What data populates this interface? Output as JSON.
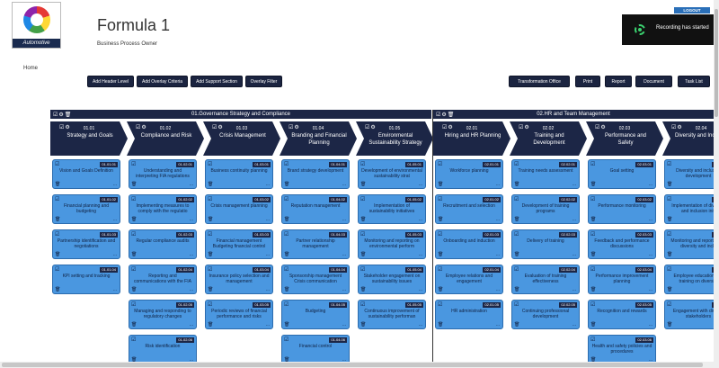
{
  "logo": {
    "band_text": "Automotive"
  },
  "header": {
    "title": "Formula 1",
    "subtitle": "Business Process Owner",
    "logout_label": "LOGOUT",
    "home_label": "Home"
  },
  "recording": {
    "text": "Recording has started"
  },
  "toolbar": {
    "left": [
      "Add Header Level",
      "Add Overlay Criteria",
      "Add Support Section",
      "Overlay Filter"
    ],
    "right": [
      "Transformation Office",
      "Print",
      "Report",
      "Document",
      "Task List"
    ]
  },
  "icons": {
    "edit": "edit-icon",
    "settings": "settings-icon",
    "trash": "trash-icon",
    "more": "more-icon"
  },
  "glyphs": {
    "group_icons": "☑⚙🗑",
    "chevron_icons": "☑⚙",
    "edit": "☑",
    "trash": "🗑",
    "more": "..."
  },
  "groups": [
    {
      "title": "01.Governance Strategy and Compliance"
    },
    {
      "title": "02.HR and Team Management"
    }
  ],
  "chevrons": [
    {
      "num": "01.01",
      "title": "Strategy and Goals"
    },
    {
      "num": "01.02",
      "title": "Compliance and Risk"
    },
    {
      "num": "01.03",
      "title": "Crisis Management"
    },
    {
      "num": "01.04",
      "title": "Branding and Financial Planning"
    },
    {
      "num": "01.05",
      "title": "Environmental Sustainability Strategy"
    },
    {
      "num": "02.01",
      "title": "Hiring and HR Planning"
    },
    {
      "num": "02.02",
      "title": "Training and Development"
    },
    {
      "num": "02.03",
      "title": "Performance and Safety"
    },
    {
      "num": "02.04",
      "title": "Diversity and Inclusion"
    }
  ],
  "columns": [
    [
      {
        "id": "01.01.01",
        "text": "Vision and Goals Definition"
      },
      {
        "id": "01.01.02",
        "text": "Financial planning and budgeting"
      },
      {
        "id": "01.01.03",
        "text": "Partnership identification and negotiations"
      },
      {
        "id": "01.01.04",
        "text": "KPI setting and tracking"
      }
    ],
    [
      {
        "id": "01.02.01",
        "text": "Understanding and interpreting FIA regulations"
      },
      {
        "id": "01.02.02",
        "text": "Implementing measures to comply with the regulatio"
      },
      {
        "id": "01.02.03",
        "text": "Regular compliance audits"
      },
      {
        "id": "01.02.04",
        "text": "Reporting and communications with the FIA"
      },
      {
        "id": "01.02.05",
        "text": "Managing and responding to regulatory changes"
      },
      {
        "id": "01.02.06",
        "text": "Risk identification"
      }
    ],
    [
      {
        "id": "01.03.01",
        "text": "Business continuity planning"
      },
      {
        "id": "01.03.02",
        "text": "Crisis management planning"
      },
      {
        "id": "01.03.03",
        "text": "Financial management Budgeting financial control"
      },
      {
        "id": "01.03.04",
        "text": "Insurance policy selection and management"
      },
      {
        "id": "01.03.05",
        "text": "Periodic reviews of financial performance and risks"
      }
    ],
    [
      {
        "id": "01.04.01",
        "text": "Brand strategy development"
      },
      {
        "id": "01.04.02",
        "text": "Reputation management"
      },
      {
        "id": "01.04.03",
        "text": "Partner relationship management"
      },
      {
        "id": "01.04.04",
        "text": "Sponsorship management Crisis communication"
      },
      {
        "id": "01.04.05",
        "text": "Budgeting"
      },
      {
        "id": "01.04.06",
        "text": "Financial control"
      }
    ],
    [
      {
        "id": "01.05.01",
        "text": "Development of environmental sustainability strat"
      },
      {
        "id": "01.05.02",
        "text": "Implementation of sustainability initiatives"
      },
      {
        "id": "01.05.03",
        "text": "Monitoring and reporting on environmental perform"
      },
      {
        "id": "01.05.04",
        "text": "Stakeholder engagement on sustainability issues"
      },
      {
        "id": "01.05.05",
        "text": "Continuous improvement of sustainability performan"
      }
    ],
    [
      {
        "id": "02.01.01",
        "text": "Workforce planning"
      },
      {
        "id": "02.01.02",
        "text": "Recruitment and selection"
      },
      {
        "id": "02.01.03",
        "text": "Onboarding and induction"
      },
      {
        "id": "02.01.04",
        "text": "Employee relations and engagement"
      },
      {
        "id": "02.01.05",
        "text": "HR administration"
      }
    ],
    [
      {
        "id": "02.02.01",
        "text": "Training needs assessment"
      },
      {
        "id": "02.02.02",
        "text": "Development of training programs"
      },
      {
        "id": "02.02.03",
        "text": "Delivery of training"
      },
      {
        "id": "02.02.04",
        "text": "Evaluation of training effectiveness"
      },
      {
        "id": "02.02.05",
        "text": "Continuing professional development"
      }
    ],
    [
      {
        "id": "02.03.01",
        "text": "Goal setting"
      },
      {
        "id": "02.03.02",
        "text": "Performance monitoring"
      },
      {
        "id": "02.03.03",
        "text": "Feedback and performance discussions"
      },
      {
        "id": "02.03.04",
        "text": "Performance improvement planning"
      },
      {
        "id": "02.03.05",
        "text": "Recognition and rewards"
      },
      {
        "id": "02.03.06",
        "text": "Health and safety policies and procedures"
      }
    ],
    [
      {
        "id": "02.04.01",
        "text": "Diversity and inclusion development"
      },
      {
        "id": "02.04.02",
        "text": "Implementation of diversity and inclusion initi"
      },
      {
        "id": "02.04.03",
        "text": "Monitoring and reporting on diversity and inclu"
      },
      {
        "id": "02.04.04",
        "text": "Employee education and training on diversity"
      },
      {
        "id": "02.04.05",
        "text": "Engagement with diverse stakeholders"
      }
    ]
  ]
}
